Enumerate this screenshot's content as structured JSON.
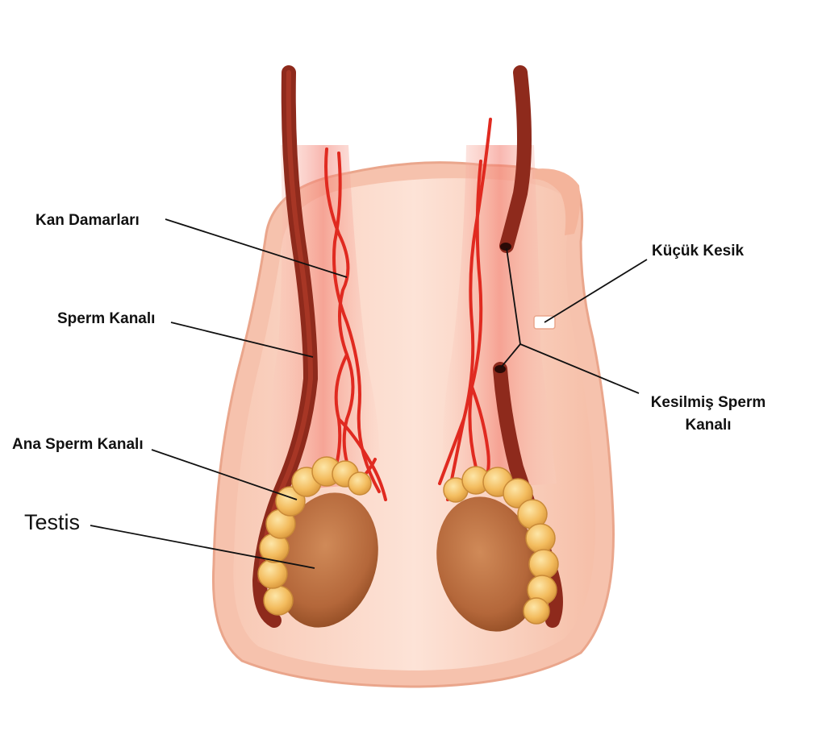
{
  "labels": {
    "kan_damarlari": "Kan Damarları",
    "sperm_kanali": "Sperm Kanalı",
    "ana_sperm_kanali": "Ana Sperm Kanalı",
    "testis": "Testis",
    "kucuk_kesik": "Küçük Kesik",
    "kesilmis_line1": "Kesilmiş Sperm",
    "kesilmis_line2": "Kanalı"
  },
  "colors": {
    "skin_outer": "#f6c4b0",
    "skin_inner": "#fbd9cb",
    "skin_light": "#fde6dc",
    "duct": "#8e2a1c",
    "vessel": "#e02a20",
    "epididymis": "#f2b65a",
    "testis": "#b86b3c",
    "leader": "#111111"
  }
}
